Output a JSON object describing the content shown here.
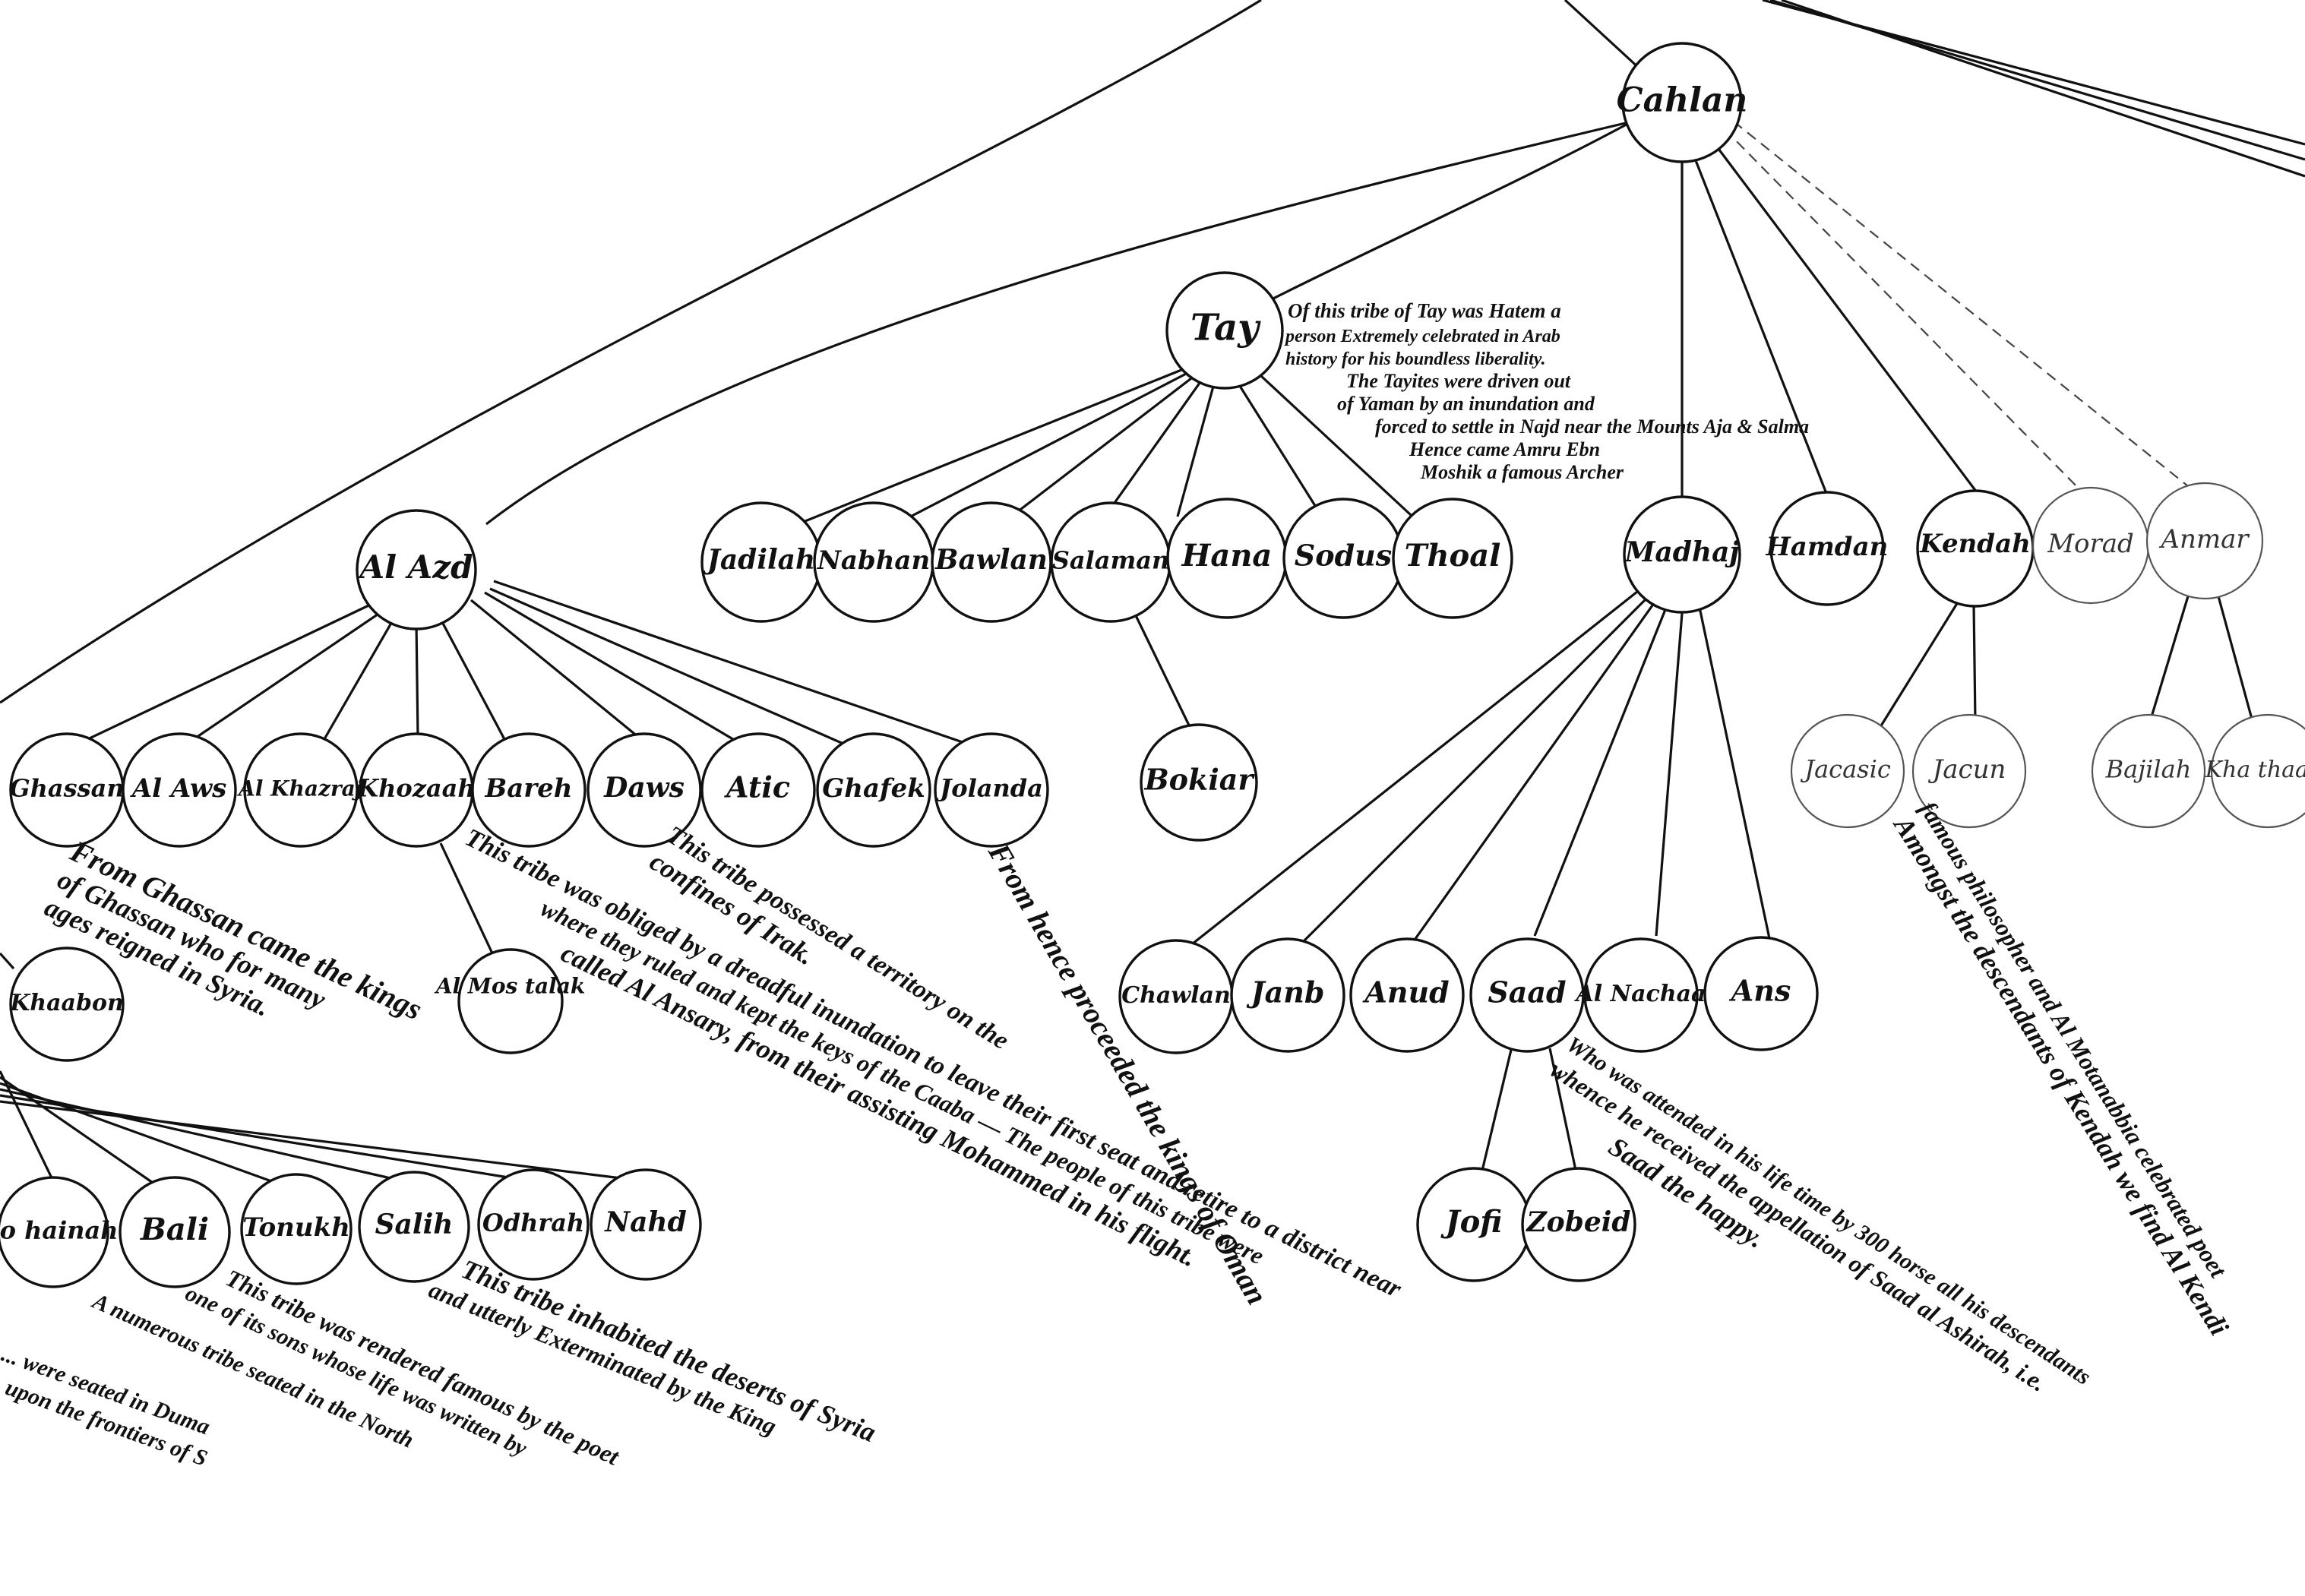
{
  "nodes": [
    {
      "id": "cahlan",
      "label": "Cahlan"
    },
    {
      "id": "tay",
      "label": "Tay"
    },
    {
      "id": "alazd",
      "label": "Al Azd"
    },
    {
      "id": "jadilah",
      "label": "Jadilah"
    },
    {
      "id": "nabhan",
      "label": "Nabhan"
    },
    {
      "id": "bawlan",
      "label": "Bawlan"
    },
    {
      "id": "salaman",
      "label": "Salaman"
    },
    {
      "id": "hana",
      "label": "Hana"
    },
    {
      "id": "sodus",
      "label": "Sodus"
    },
    {
      "id": "thoal",
      "label": "Thoal"
    },
    {
      "id": "bokiar",
      "label": "Bokiar"
    },
    {
      "id": "madhaj",
      "label": "Madhaj"
    },
    {
      "id": "hamdan",
      "label": "Hamdan"
    },
    {
      "id": "kendah",
      "label": "Kendah"
    },
    {
      "id": "morad",
      "label": "Morad"
    },
    {
      "id": "anmar",
      "label": "Anmar"
    },
    {
      "id": "ghassan",
      "label": "Ghassan"
    },
    {
      "id": "alaws",
      "label": "Al Aws"
    },
    {
      "id": "alkhazraj",
      "label": "Al Khazraj"
    },
    {
      "id": "khozaah",
      "label": "Khozaah"
    },
    {
      "id": "bareh",
      "label": "Bareh"
    },
    {
      "id": "daws",
      "label": "Daws"
    },
    {
      "id": "atic",
      "label": "Atic"
    },
    {
      "id": "ghafek",
      "label": "Ghafek"
    },
    {
      "id": "jolanda",
      "label": "Jolanda"
    },
    {
      "id": "almostalak",
      "label": "Al Mos talak"
    },
    {
      "id": "chawlan",
      "label": "Chawlan"
    },
    {
      "id": "janb",
      "label": "Janb"
    },
    {
      "id": "anud",
      "label": "Anud"
    },
    {
      "id": "saad",
      "label": "Saad"
    },
    {
      "id": "alnachaa",
      "label": "Al Nachaa"
    },
    {
      "id": "ans",
      "label": "Ans"
    },
    {
      "id": "jofi",
      "label": "Jofi"
    },
    {
      "id": "zobeid",
      "label": "Zobeid"
    },
    {
      "id": "jacasic",
      "label": "Jacasic"
    },
    {
      "id": "jacun",
      "label": "Jacun"
    },
    {
      "id": "bajilah",
      "label": "Bajilah"
    },
    {
      "id": "khathaam",
      "label": "Kha thaam"
    },
    {
      "id": "khaabon",
      "label": "Khaabon"
    },
    {
      "id": "johainah",
      "label": "Jo hainah"
    },
    {
      "id": "bali",
      "label": "Bali"
    },
    {
      "id": "tonukh",
      "label": "Tonukh"
    },
    {
      "id": "salih",
      "label": "Salih"
    },
    {
      "id": "odhrah",
      "label": "Odhrah"
    },
    {
      "id": "nahd",
      "label": "Nahd"
    }
  ],
  "edges": [
    [
      "cahlan",
      "tay"
    ],
    [
      "cahlan",
      "alazd"
    ],
    [
      "cahlan",
      "madhaj"
    ],
    [
      "cahlan",
      "hamdan"
    ],
    [
      "cahlan",
      "kendah"
    ],
    [
      "cahlan",
      "morad"
    ],
    [
      "cahlan",
      "anmar"
    ],
    [
      "tay",
      "jadilah"
    ],
    [
      "tay",
      "nabhan"
    ],
    [
      "tay",
      "bawlan"
    ],
    [
      "tay",
      "salaman"
    ],
    [
      "tay",
      "hana"
    ],
    [
      "tay",
      "sodus"
    ],
    [
      "tay",
      "thoal"
    ],
    [
      "salaman",
      "bokiar"
    ],
    [
      "alazd",
      "ghassan"
    ],
    [
      "alazd",
      "alaws"
    ],
    [
      "alazd",
      "alkhazraj"
    ],
    [
      "alazd",
      "khozaah"
    ],
    [
      "alazd",
      "bareh"
    ],
    [
      "alazd",
      "daws"
    ],
    [
      "alazd",
      "atic"
    ],
    [
      "alazd",
      "ghafek"
    ],
    [
      "alazd",
      "jolanda"
    ],
    [
      "khozaah",
      "almostalak"
    ],
    [
      "madhaj",
      "chawlan"
    ],
    [
      "madhaj",
      "janb"
    ],
    [
      "madhaj",
      "anud"
    ],
    [
      "madhaj",
      "saad"
    ],
    [
      "madhaj",
      "alnachaa"
    ],
    [
      "madhaj",
      "ans"
    ],
    [
      "saad",
      "jofi"
    ],
    [
      "saad",
      "zobeid"
    ],
    [
      "kendah",
      "jacasic"
    ],
    [
      "kendah",
      "jacun"
    ],
    [
      "anmar",
      "bajilah"
    ],
    [
      "anmar",
      "khathaam"
    ]
  ],
  "notes": {
    "tay_line1": "Of this tribe of Tay was Hatem a",
    "tay_line2": "person Extremely celebrated in Arab",
    "tay_line3": "history for his boundless liberality.",
    "tay_line4": "The Tayites were driven out",
    "tay_line5": "of Yaman by an inundation and",
    "tay_line6": "forced to settle in Najd near the Mounts Aja & Salma",
    "tay_line7": "Hence came Amru Ebn",
    "tay_line8": "Moshik a famous Archer",
    "ghassan_1": "From Ghassan came the kings",
    "ghassan_2": "of Ghassan who for many",
    "ghassan_3": "ages reigned in Syria.",
    "khozaah_1": "This tribe was obliged by a dreadful inundation to leave their first seat and retire to a district near",
    "khozaah_2": "where they ruled and kept the keys of the Caaba — The people of this tribe were",
    "khozaah_3": "called Al Ansary, from their assisting Mohammed in his flight.",
    "atic_1": "This tribe possessed a territory on the",
    "atic_2": "confines of Irak.",
    "jolanda_1": "From hence proceeded the kings of Oman",
    "saad_1": "Who was attended in his life time by 300 horse all his descendants",
    "saad_2": "whence he received the appellation of Saad al Ashirah, i.e.",
    "saad_3": "Saad the happy.",
    "kendah_1": "Amongst the descendants of Kendah we find Al Kendi",
    "kendah_2": "famous philosopher and Al Motanabbia celebrated poet",
    "salih_1": "This tribe inhabited the deserts of Syria",
    "salih_2": "and utterly Exterminated by the King",
    "tonukh_1": "This tribe was rendered famous by the poet",
    "tonukh_2": "one of its sons whose life was written by",
    "bali_1": "A numerous tribe seated in the North",
    "left_1": "... were seated in Duma",
    "left_2": "upon the frontiers of S"
  }
}
